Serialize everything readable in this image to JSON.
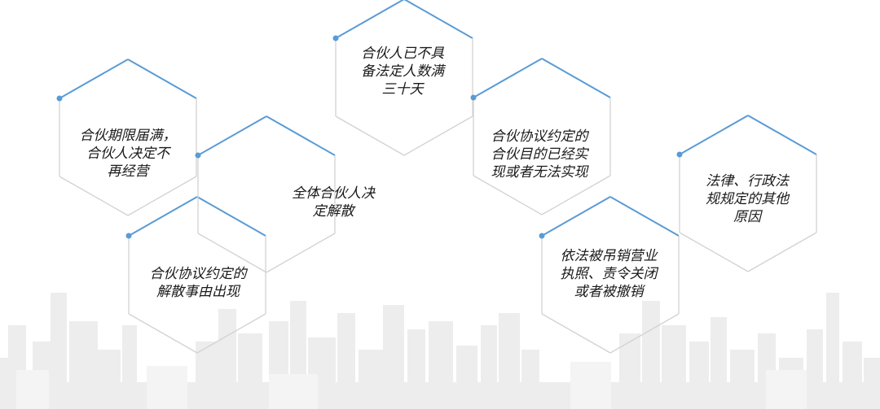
{
  "colors": {
    "accent": "#5a9bd5",
    "outline": "#d2d2d2",
    "text": "#1a1a1a",
    "skyline": "#ececec"
  },
  "hexagons": [
    {
      "id": "hex-1",
      "lines": [
        "合伙期限届满，",
        "合伙人决定不",
        "再经营"
      ]
    },
    {
      "id": "hex-2",
      "lines": [
        "合伙协议约定的",
        "解散事由出现"
      ]
    },
    {
      "id": "hex-3",
      "lines": [
        "全体合伙人决",
        "定解散"
      ]
    },
    {
      "id": "hex-4",
      "lines": [
        "合伙人已不具",
        "备法定人数满",
        "三十天"
      ]
    },
    {
      "id": "hex-5",
      "lines": [
        "合伙协议约定的",
        "合伙目的已经实",
        "现或者无法实现"
      ]
    },
    {
      "id": "hex-6",
      "lines": [
        "依法被吊销营业",
        "执照、责令关闭",
        "或者被撤销"
      ]
    },
    {
      "id": "hex-7",
      "lines": [
        "法律、行政法",
        "规规定的其他",
        "原因"
      ]
    }
  ]
}
